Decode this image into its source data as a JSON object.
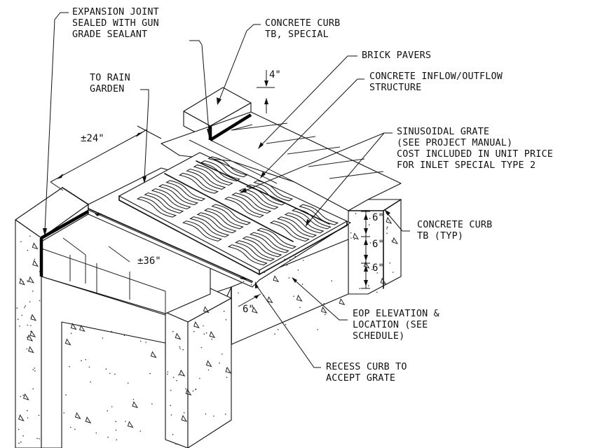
{
  "labels": {
    "expansion_joint": "EXPANSION JOINT\nSEALED WITH GUN\nGRADE SEALANT",
    "curb_special": "CONCRETE CURB\nTB, SPECIAL",
    "brick_pavers": "BRICK PAVERS",
    "inflow_outflow": "CONCRETE INFLOW/OUTFLOW\nSTRUCTURE",
    "to_rain_garden": "TO RAIN\nGARDEN",
    "sinusoidal_grate": "SINUSOIDAL GRATE\n(SEE PROJECT MANUAL)\nCOST INCLUDED IN UNIT PRICE\nFOR INLET SPECIAL TYPE 2",
    "curb_typ": "CONCRETE CURB\nTB (TYP)",
    "eop": "EOP ELEVATION &\nLOCATION (SEE\nSCHEDULE)",
    "recess_curb": "RECESS CURB TO\nACCEPT GRATE"
  },
  "dimensions": {
    "top_4": "4\"",
    "width_24": "±24\"",
    "length_36": "±36\"",
    "side_6_top": "6\"",
    "side_6_mid": "6\"",
    "side_6_bot": "6\"",
    "recess_6": "6\""
  }
}
